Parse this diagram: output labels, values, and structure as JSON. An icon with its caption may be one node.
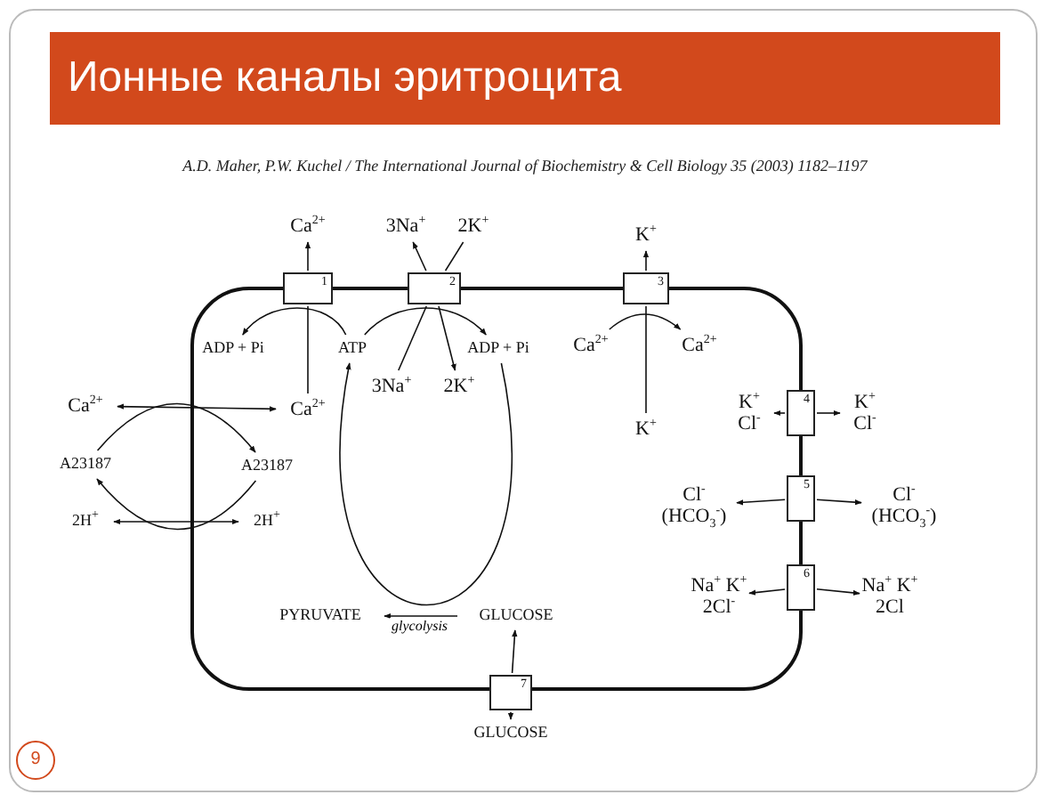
{
  "diagram": {
    "title": "Ионные каналы эритроцита",
    "nodes": [
      {
        "text": [
          "1"
        ]
      },
      {
        "text": [
          "2"
        ]
      },
      {
        "text": [
          "3"
        ]
      },
      {
        "text": [
          "4"
        ]
      },
      {
        "text": [
          "5"
        ]
      },
      {
        "text": [
          "6"
        ]
      },
      {
        "text": [
          "7"
        ]
      },
      {
        "text": [
          "Ca$^{2+}$"
        ]
      },
      {
        "text": [
          "Ca$^{2+}$"
        ]
      },
      {
        "text": [
          "ADP + Pi"
        ]
      },
      {
        "text": [
          "ATP"
        ]
      },
      {
        "text": [
          "3Na$^{+}$"
        ]
      },
      {
        "text": [
          "2K$^{+}$"
        ]
      },
      {
        "text": [
          "3Na$^{+}$"
        ]
      },
      {
        "text": [
          "2K$^{+}$"
        ]
      },
      {
        "text": [
          "ADP + Pi"
        ]
      },
      {
        "text": [
          "K$^{+}$"
        ]
      },
      {
        "text": [
          "Ca$^{2+}$"
        ]
      },
      {
        "text": [
          "Ca$^{2+}$"
        ]
      },
      {
        "text": [
          "K$^{+}$"
        ]
      },
      {
        "text": [
          "K$^{+}$ Cl$^{-}$"
        ]
      },
      {
        "text": [
          "K$^{+}$ Cl$^{-}$"
        ]
      },
      {
        "text": [
          "Cl$^{-}$ (HCO$_{3}$$^{-}$)"
        ]
      },
      {
        "text": [
          "Cl$^{-}$ (HCO$_{3}$$^{-}$)"
        ]
      },
      {
        "text": [
          "Na$^{+}$ K$^{+}$ 2Cl$^{-}$"
        ]
      },
      {
        "text": [
          "Na$^{+}$ K$^{+}$ 2Cl"
        ]
      },
      {
        "text": [
          "Ca$^{2+}$"
        ]
      },
      {
        "text": [
          "A23187"
        ]
      },
      {
        "text": [
          "A23187"
        ]
      },
      {
        "text": [
          "2H$^{+}$"
        ]
      },
      {
        "text": [
          "2H$^{+}$"
        ]
      },
      {
        "text": [
          "PYRUVATE"
        ]
      },
      {
        "text": [
          "GLUCOSE"
        ]
      },
      {
        "text": [
          "GLUCOSE"
        ]
      }
    ],
    "edges": [
      {
        "from": 8,
        "to": 0,
        "arrow": "none"
      },
      {
        "from": 0,
        "to": 7,
        "arrow": "to"
      },
      {
        "from": 10,
        "to": 9,
        "arrow": "to"
      },
      {
        "from": 13,
        "to": 1,
        "arrow": "none"
      },
      {
        "from": 1,
        "to": 11,
        "arrow": "to"
      },
      {
        "from": 12,
        "to": 1,
        "arrow": "none"
      },
      {
        "from": 1,
        "to": 14,
        "arrow": "to"
      },
      {
        "from": 10,
        "to": 15,
        "arrow": "to"
      },
      {
        "from": 19,
        "to": 2,
        "arrow": "none"
      },
      {
        "from": 2,
        "to": 16,
        "arrow": "to"
      },
      {
        "from": 17,
        "to": 18,
        "arrow": "to"
      },
      {
        "from": 3,
        "to": 20,
        "arrow": "to"
      },
      {
        "from": 3,
        "to": 21,
        "arrow": "to"
      },
      {
        "from": 4,
        "to": 22,
        "arrow": "to"
      },
      {
        "from": 4,
        "to": 23,
        "arrow": "to"
      },
      {
        "from": 5,
        "to": 24,
        "arrow": "to"
      },
      {
        "from": 5,
        "to": 25,
        "arrow": "to"
      },
      {
        "from": 8,
        "to": 26,
        "arrow": "both"
      },
      {
        "from": 29,
        "to": 30,
        "arrow": "both"
      },
      {
        "from": 27,
        "to": 28,
        "arrow": "to"
      },
      {
        "from": 28,
        "to": 27,
        "arrow": "to"
      },
      {
        "from": 32,
        "to": 31,
        "arrow": "to",
        "label": "glycolysis"
      },
      {
        "from": 6,
        "to": 33,
        "arrow": "to"
      },
      {
        "from": 6,
        "to": 32,
        "arrow": "to"
      },
      {
        "from": 15,
        "to": 10,
        "arrow": "to"
      }
    ],
    "labels": [
      "A.D. Maher, P.W. Kuchel / The International Journal of Biochemistry & Cell Biology 35 (2003) 1182–1197",
      "9"
    ]
  }
}
